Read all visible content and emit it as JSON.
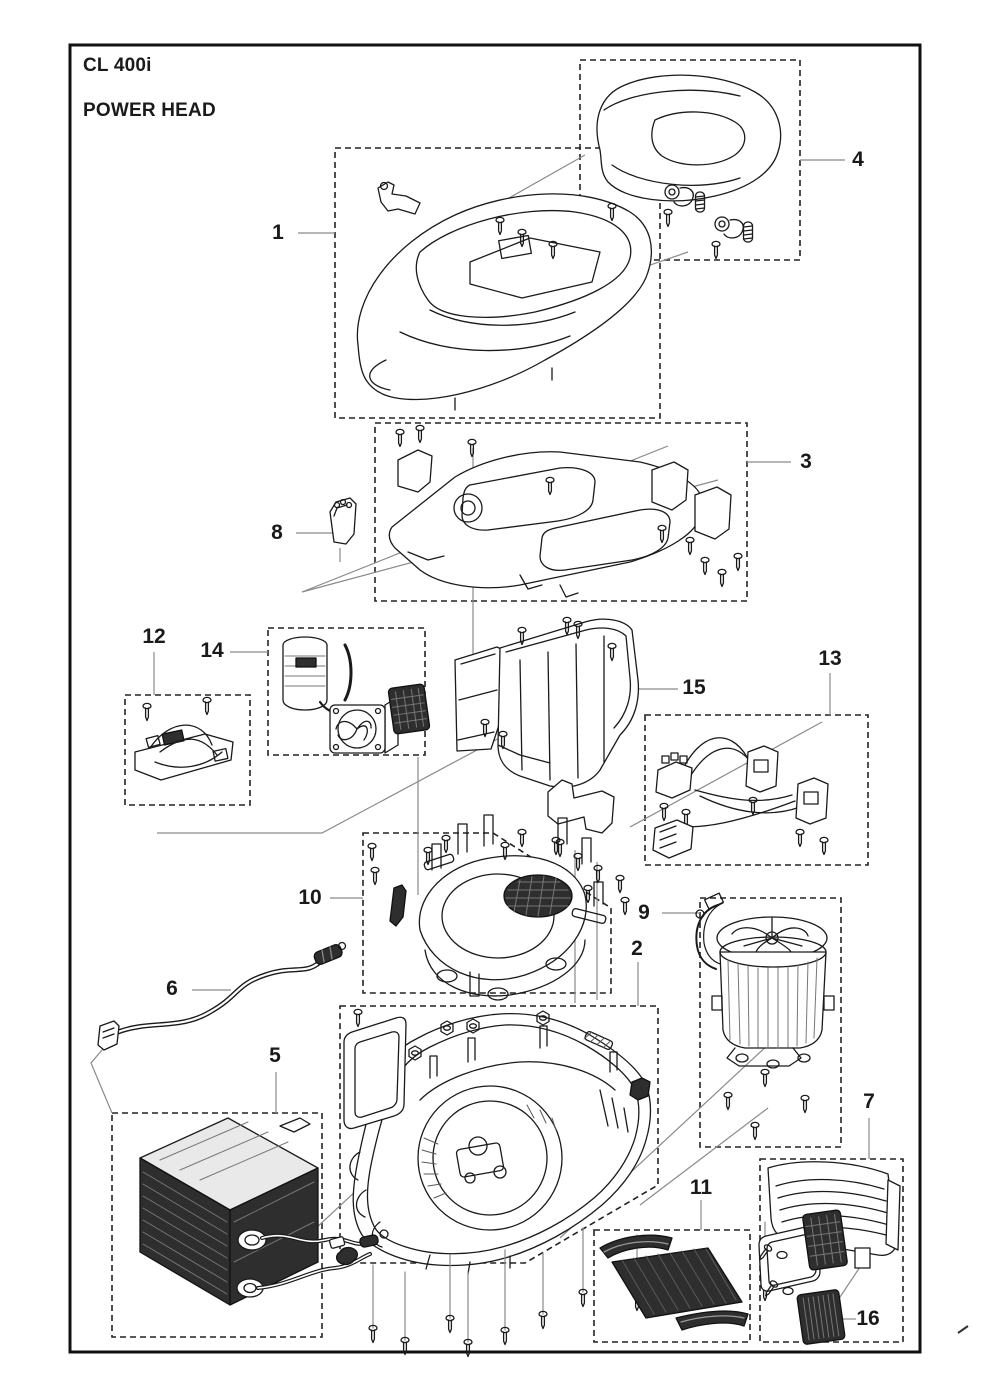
{
  "title": {
    "model": "CL 400i",
    "name": "POWER HEAD"
  },
  "callouts": [
    {
      "label": "1"
    },
    {
      "label": "2"
    },
    {
      "label": "3"
    },
    {
      "label": "4"
    },
    {
      "label": "5"
    },
    {
      "label": "6"
    },
    {
      "label": "7"
    },
    {
      "label": "8"
    },
    {
      "label": "9"
    },
    {
      "label": "10"
    },
    {
      "label": "11"
    },
    {
      "label": "12"
    },
    {
      "label": "13"
    },
    {
      "label": "14"
    },
    {
      "label": "15"
    },
    {
      "label": "16"
    }
  ],
  "colors": {
    "ink": "#1a1a1a",
    "leader": "#8a8a8a",
    "paper": "#ffffff",
    "dark_fill": "#2e2e2e"
  }
}
